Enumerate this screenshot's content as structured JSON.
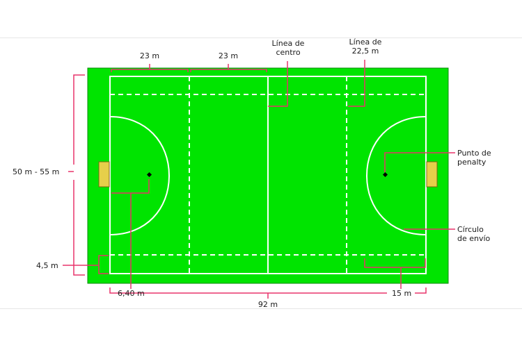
{
  "labels": {
    "dim_23m_left": "23 m",
    "dim_23m_right": "23 m",
    "center_line": [
      "Línea de",
      "centro"
    ],
    "line_22_5": [
      "Línea de",
      "22,5 m"
    ],
    "width_range": "50 m - 55 m",
    "penalty_spot": [
      "Punto de",
      "penalty"
    ],
    "shooting_circle": [
      "Círculo",
      "de envío"
    ],
    "dim_4_5m": "4,5 m",
    "dim_6_40m": "6,40 m",
    "dim_15m": "15 m",
    "length_92m": "92 m"
  },
  "colors": {
    "field": "#00e400",
    "field_border": "#0b8a0b",
    "lines": "#ffffff",
    "annotation": "#e8336b",
    "goal": "#e6cf4a"
  }
}
